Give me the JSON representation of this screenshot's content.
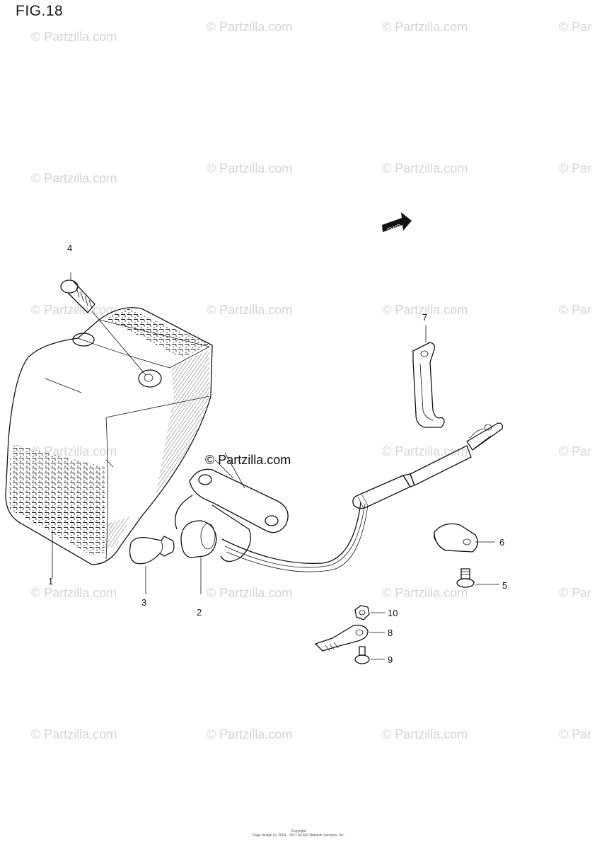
{
  "figure": {
    "title": "FIG.18"
  },
  "watermark": {
    "text": "© Partzilla.com",
    "clipped_text": "© Par"
  },
  "brand_mark": "© Partzilla.com",
  "fwd_label": "FWD",
  "callouts": [
    "1",
    "2",
    "3",
    "4",
    "5",
    "6",
    "7",
    "8",
    "9",
    "10"
  ],
  "copyright": {
    "line1": "Copyright",
    "line2": "Page design (c) 2004 - 2017 by ARI Network Services, Inc."
  }
}
